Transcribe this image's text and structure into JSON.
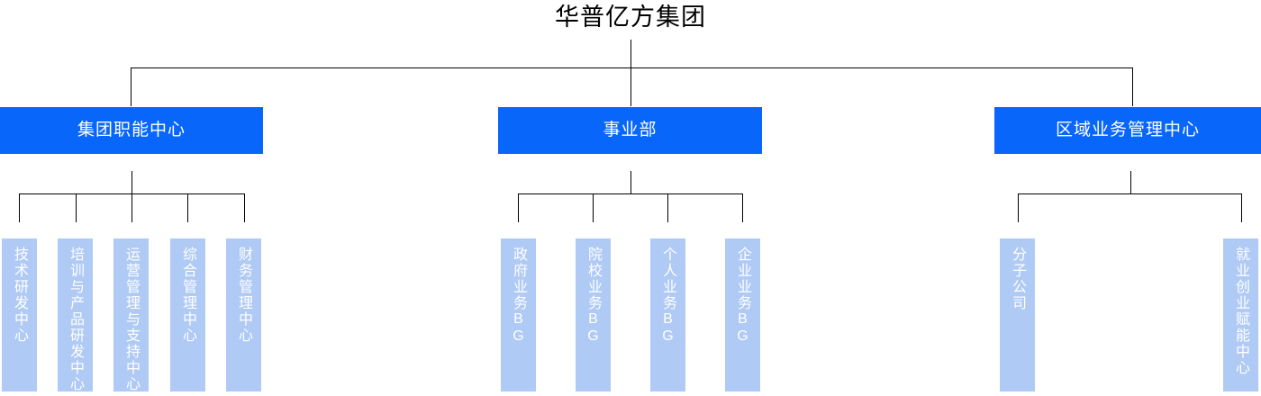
{
  "colors": {
    "primary_blue": "#0866FB",
    "leaf_blue": "#AFCAF5",
    "line": "#000000",
    "text_on_blue": "#FFFFFF",
    "title_text": "#000000",
    "background": "#FFFFFF"
  },
  "root": {
    "label": "华普亿方集团"
  },
  "departments": [
    {
      "id": "group-function-center",
      "label": "集团职能中心",
      "children": [
        {
          "id": "tech-rd-center",
          "label": "技术研发中心"
        },
        {
          "id": "training-product-rd-center",
          "label": "培训与产品研发中心"
        },
        {
          "id": "operation-mgmt-support-center",
          "label": "运营管理与支持中心"
        },
        {
          "id": "general-mgmt-center",
          "label": "综合管理中心"
        },
        {
          "id": "finance-mgmt-center",
          "label": "财务管理中心"
        }
      ]
    },
    {
      "id": "business-division",
      "label": "事业部",
      "children": [
        {
          "id": "government-business-bg",
          "label": "政府业务BG"
        },
        {
          "id": "academy-business-bg",
          "label": "院校业务BG"
        },
        {
          "id": "personal-business-bg",
          "label": "个人业务BG"
        },
        {
          "id": "enterprise-business-bg",
          "label": "企业业务BG"
        }
      ]
    },
    {
      "id": "regional-business-mgmt-center",
      "label": "区域业务管理中心",
      "children": [
        {
          "id": "subsidiary-companies",
          "label": "分子公司"
        },
        {
          "id": "employment-entrepreneurship-center",
          "label": "就业创业赋能中心"
        }
      ]
    }
  ]
}
